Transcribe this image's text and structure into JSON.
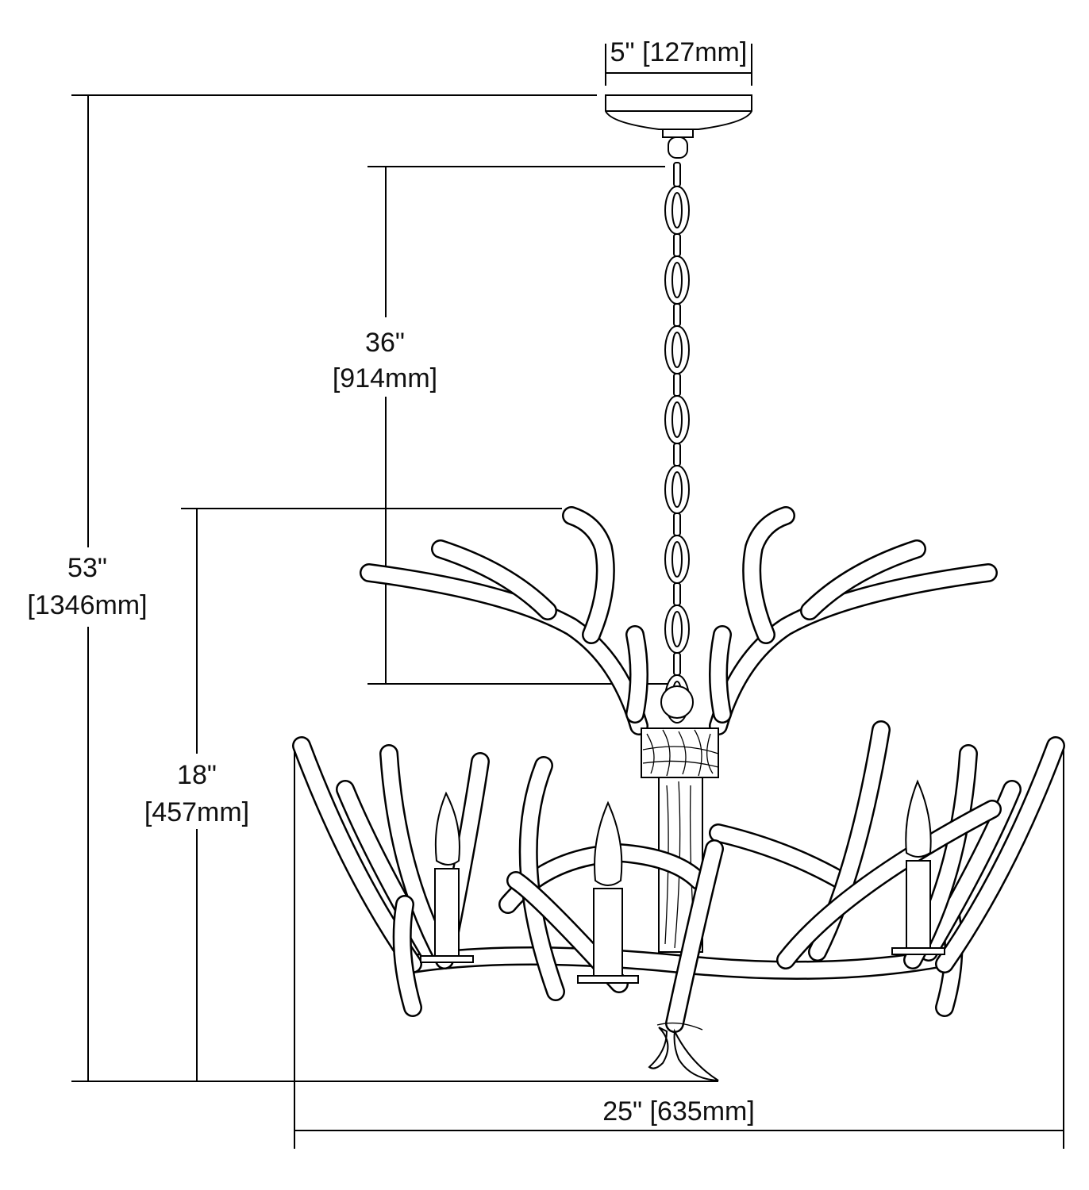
{
  "dimensions": {
    "canopy_width": "5\" [127mm]",
    "overall_height": {
      "imperial": "53\"",
      "metric": "[1346mm]"
    },
    "chain_length": {
      "imperial": "36\"",
      "metric": "[914mm]"
    },
    "fixture_height": {
      "imperial": "18\"",
      "metric": "[457mm]"
    },
    "fixture_width": "25\" [635mm]"
  },
  "colors": {
    "line": "#000000",
    "background": "#ffffff"
  }
}
